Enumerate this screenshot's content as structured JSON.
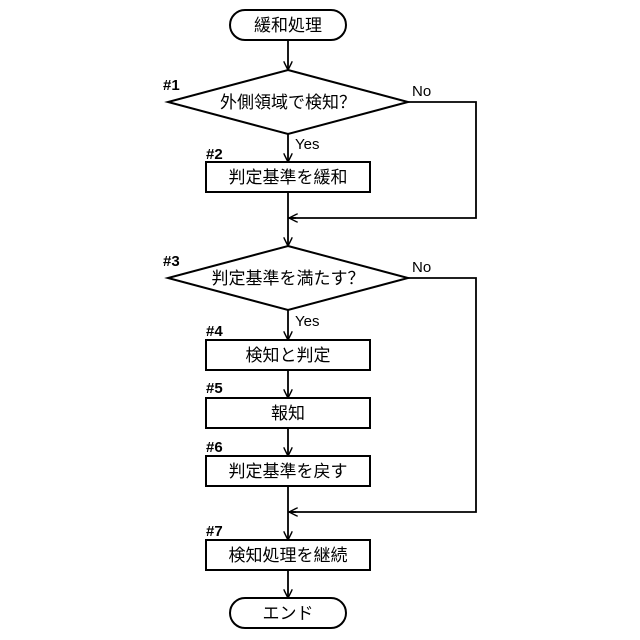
{
  "start": {
    "label": "緩和処理"
  },
  "end": {
    "label": "エンド"
  },
  "steps": {
    "s1": {
      "number": "#1",
      "label": "外側領域で検知？",
      "yes": "Yes",
      "no": "No"
    },
    "s2": {
      "number": "#2",
      "label": "判定基準を緩和"
    },
    "s3": {
      "number": "#3",
      "label": "判定基準を満たす？",
      "yes": "Yes",
      "no": "No"
    },
    "s4": {
      "number": "#4",
      "label": "検知と判定"
    },
    "s5": {
      "number": "#5",
      "label": "報知"
    },
    "s6": {
      "number": "#6",
      "label": "判定基準を戻す"
    },
    "s7": {
      "number": "#7",
      "label": "検知処理を継続"
    }
  }
}
